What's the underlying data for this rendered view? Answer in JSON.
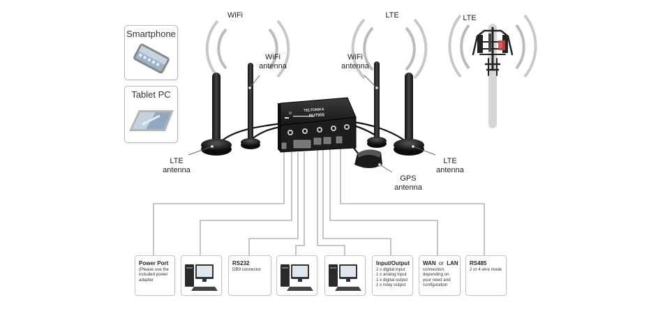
{
  "signals": {
    "wifi_left": "WiFi",
    "lte_center": "LTE",
    "lte_tower": "LTE"
  },
  "devices": {
    "smartphone": "Smartphone",
    "tablet": "Tablet PC"
  },
  "antennas": {
    "lte_left": [
      "LTE",
      "antenna"
    ],
    "wifi_left": [
      "WiFi",
      "antenna"
    ],
    "wifi_right": [
      "WiFi",
      "antenna"
    ],
    "lte_right": [
      "LTE",
      "antenna"
    ],
    "gps": [
      "GPS",
      "antenna"
    ]
  },
  "router": {
    "brand": "TELTONIKA",
    "model": "RUT955"
  },
  "ports": [
    {
      "kind": "text",
      "title": "Power Port",
      "desc": "(Please use the included power adapter"
    },
    {
      "kind": "computer"
    },
    {
      "kind": "text",
      "title": "RS232",
      "desc": "DB9 connector"
    },
    {
      "kind": "computer"
    },
    {
      "kind": "computer"
    },
    {
      "kind": "text",
      "title": "Input/Output",
      "desc": "2 x digital input\n1 x analog input\n1 x digital output\n1 x relay output"
    },
    {
      "kind": "wanlan",
      "title_a": "WAN",
      "title_or": "or",
      "title_b": "LAN",
      "desc": "connection,\ndepending on\nyour need and\nconfiguration"
    },
    {
      "kind": "text",
      "title": "RS485",
      "desc": "2 or 4 wire mode"
    }
  ]
}
